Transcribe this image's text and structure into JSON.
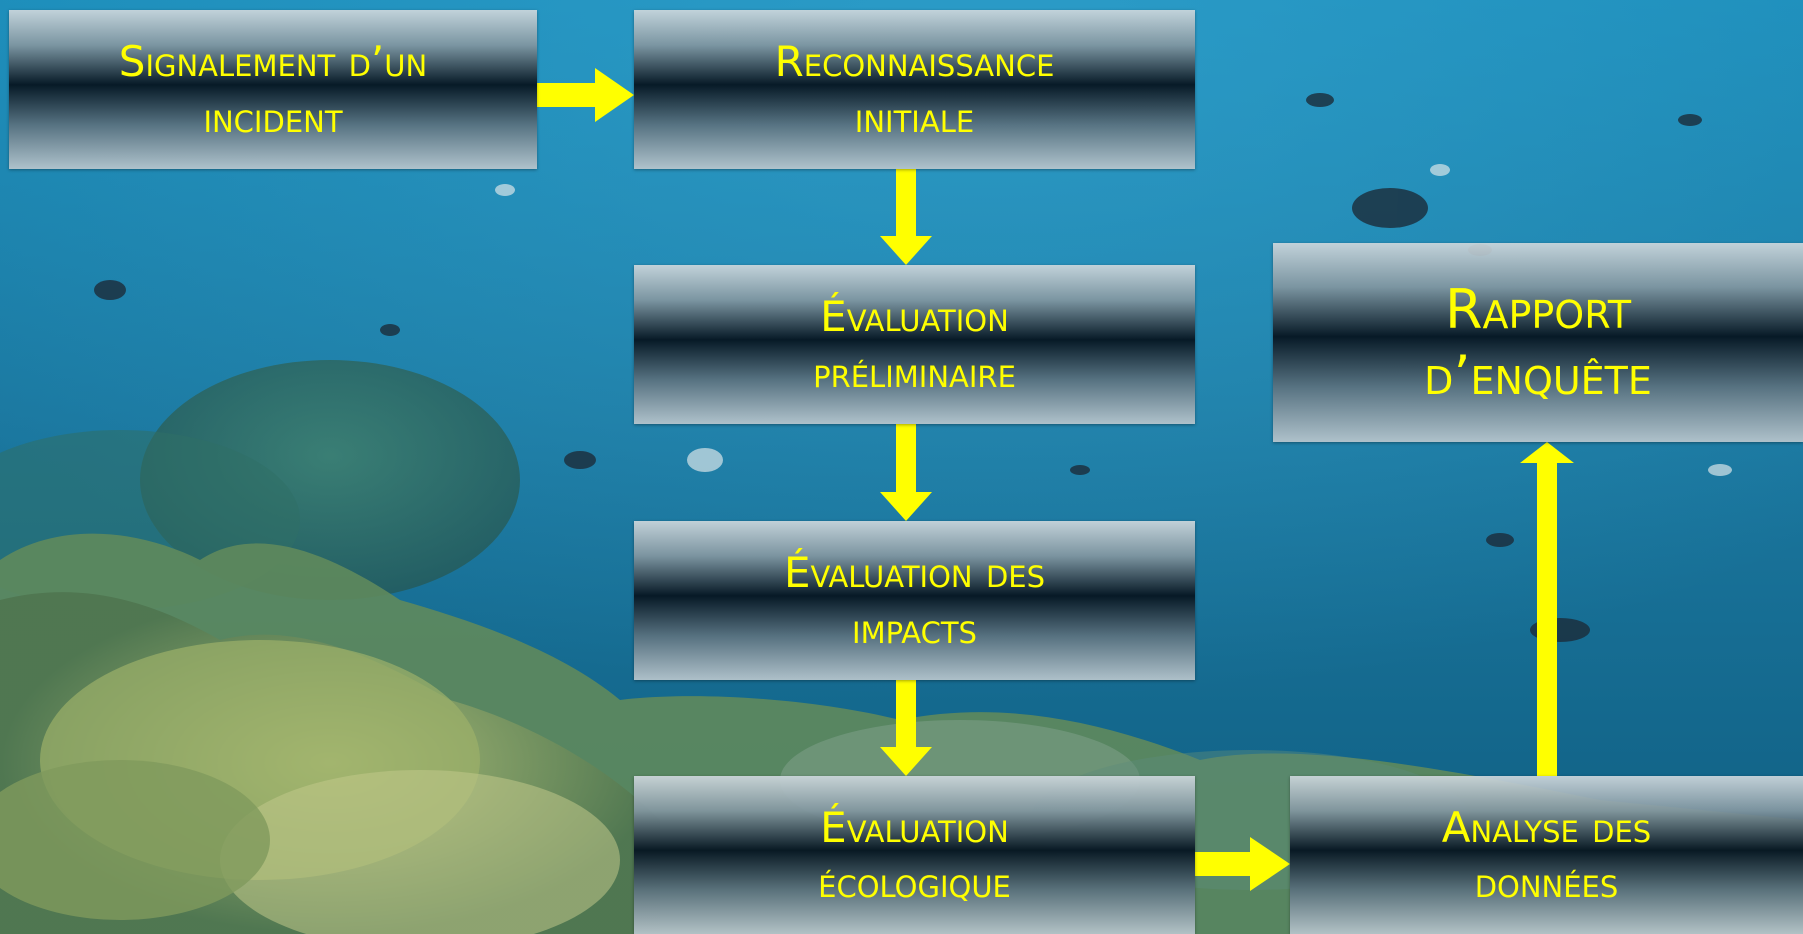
{
  "colors": {
    "text": "#ffff00",
    "arrow": "#ffff00",
    "water": "#1f7fa6",
    "coral": "#8aa25a"
  },
  "nodes": {
    "signalement": [
      "Signalement d’un",
      "incident"
    ],
    "reconnaissance": [
      "Reconnaissance",
      "initiale"
    ],
    "preliminaire": [
      "Évaluation",
      "préliminaire"
    ],
    "impacts": [
      "Évaluation des",
      "impacts"
    ],
    "ecologique": [
      "Évaluation",
      "écologique"
    ],
    "analyse": [
      "Analyse des",
      "données"
    ],
    "rapport": [
      "Rapport",
      "d’enquête"
    ]
  }
}
